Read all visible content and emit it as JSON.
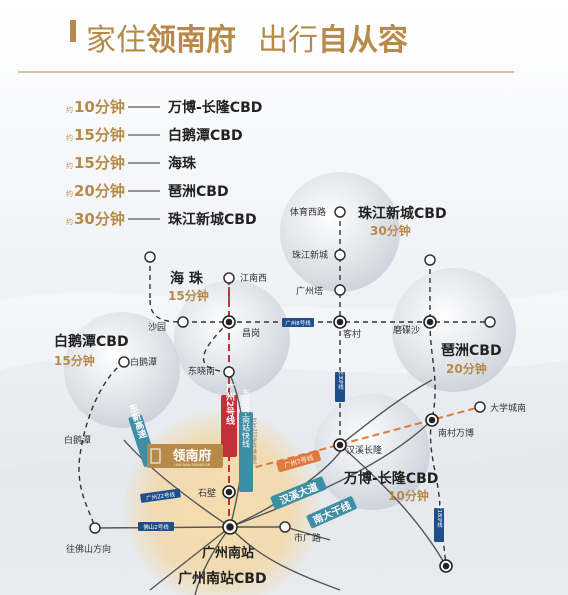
{
  "header": {
    "part1_prefix": "家住",
    "part1_emph": "领南府",
    "part2_prefix": "出行",
    "part2_emph": "自从容"
  },
  "legend": [
    {
      "approx": "约",
      "time": "10分钟",
      "dest": "万博-长隆CBD"
    },
    {
      "approx": "约",
      "time": "15分钟",
      "dest": "白鹅潭CBD"
    },
    {
      "approx": "约",
      "time": "15分钟",
      "dest": "海珠"
    },
    {
      "approx": "约",
      "time": "20分钟",
      "dest": "琶洲CBD"
    },
    {
      "approx": "约",
      "time": "30分钟",
      "dest": "珠江新城CBD"
    }
  ],
  "districts": {
    "zhujiang": {
      "name": "珠江新城CBD",
      "time": "30分钟"
    },
    "haizhu": {
      "name": "海 珠",
      "time": "15分钟"
    },
    "baietan": {
      "name": "白鹅潭CBD",
      "time": "15分钟"
    },
    "pazhou": {
      "name": "琶洲CBD",
      "time": "20分钟"
    },
    "wanbo": {
      "name": "万博-长隆CBD",
      "time": "10分钟"
    },
    "south": {
      "name": "广州南站",
      "cbd": "广州南站CBD"
    }
  },
  "stations": {
    "tiyu_xilu": "体育西路",
    "zhujiang_xincheng": "珠江新城",
    "guangzhou_ta": "广州塔",
    "jiangnan_xi": "江南西",
    "changgang": "昌岗",
    "shagang": "沙园",
    "kecun": "客村",
    "mopisha": "磨碟沙",
    "baietan": "白鹅潭",
    "dongxiaonan": "东晓南",
    "daxuecheng_nan": "大学城南",
    "nancun_wanbo": "南村万博",
    "hanxi_changlong": "汉溪长隆",
    "shibi": "石壁",
    "shiguang_lu": "市广路",
    "wang_foshan": "往佛山方向",
    "baietan_2": "白鹅潭"
  },
  "line_labels": {
    "line2": "广州2号线",
    "dongxiaonan_express": "东晓南-南站快线",
    "east_new_expressway": "东新高速",
    "hanxi_dadao": "汉溪大道",
    "nandaqian_line": "南大干线",
    "line7": "广州7号线",
    "line8": "广州8号线",
    "line3": "广州3号线",
    "line22": "广州22号线",
    "line18": "广州18号线",
    "foshan_line2": "佛山2号线",
    "line_small": "(已于2024年开通运营)"
  },
  "project": {
    "brand": "领南府",
    "brand_small": "LINGNAN MANSION"
  },
  "colors": {
    "gold": "#b88a4a",
    "red_line": "#c0313a",
    "teal_road": "#3e8fa6",
    "orange_line": "#e07a3c",
    "dark_text": "#222222"
  }
}
